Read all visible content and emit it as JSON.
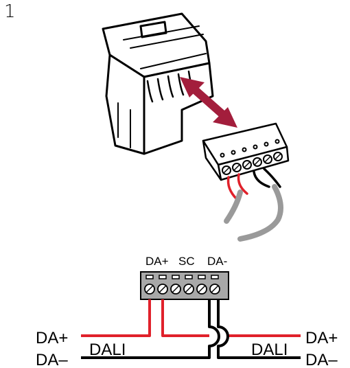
{
  "step_number": "1",
  "terminal_labels": {
    "da_plus": "DA+",
    "sc": "SC",
    "da_minus": "DA-"
  },
  "left_bus": {
    "top": "DA+",
    "bottom": "DA–",
    "name": "DALI"
  },
  "right_bus": {
    "top": "DA+",
    "bottom": "DA–",
    "name": "DALI"
  },
  "colors": {
    "arrow": "#a31e3c",
    "wire_red": "#e0212b",
    "wire_black": "#000000",
    "cable_gray": "#9a9a9a",
    "terminal_body": "#a8a8a8"
  }
}
